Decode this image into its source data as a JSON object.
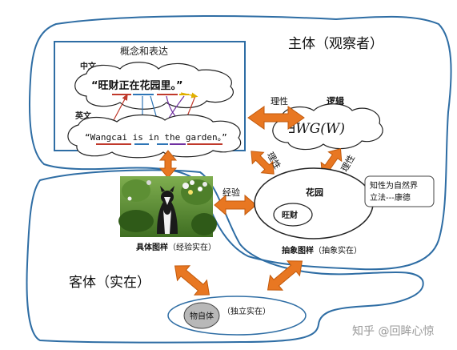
{
  "subject_label": "主体（观察者）",
  "object_label": "客体（实在）",
  "concept_box": {
    "title": "概念和表达",
    "chinese_label": "中文",
    "chinese_sentence": "“旺财正在花园里。”",
    "english_label": "英文",
    "english_sentence": "“Wangcai is  in the garden。”"
  },
  "logic": {
    "label": "逻辑",
    "formula": "∃WG(W)"
  },
  "reason_label_1": "理性",
  "reason_label_2": "理性",
  "reason_label_3": "理性",
  "experience_label": "经验",
  "note": {
    "line1": "知性为自然界",
    "line2": "立法---康德"
  },
  "garden": {
    "label": "花园",
    "inner": "旺财"
  },
  "concrete_schema": {
    "bold": "具体图样",
    "paren": "（经验实在）"
  },
  "abstract_schema": {
    "bold": "抽象图样",
    "paren": "（抽象实在）"
  },
  "thing_in_itself": {
    "label": "物自体",
    "paren": "（独立实在）"
  },
  "watermark": "知乎 @回眸心惊",
  "colors": {
    "outline": "#2e6da4",
    "arrow": "#e87722",
    "arrow_edge": "#c25a0c",
    "line_red": "#c0392b",
    "line_blue": "#2e75b6",
    "line_purple": "#7030a0",
    "line_yellow": "#e0b000"
  }
}
